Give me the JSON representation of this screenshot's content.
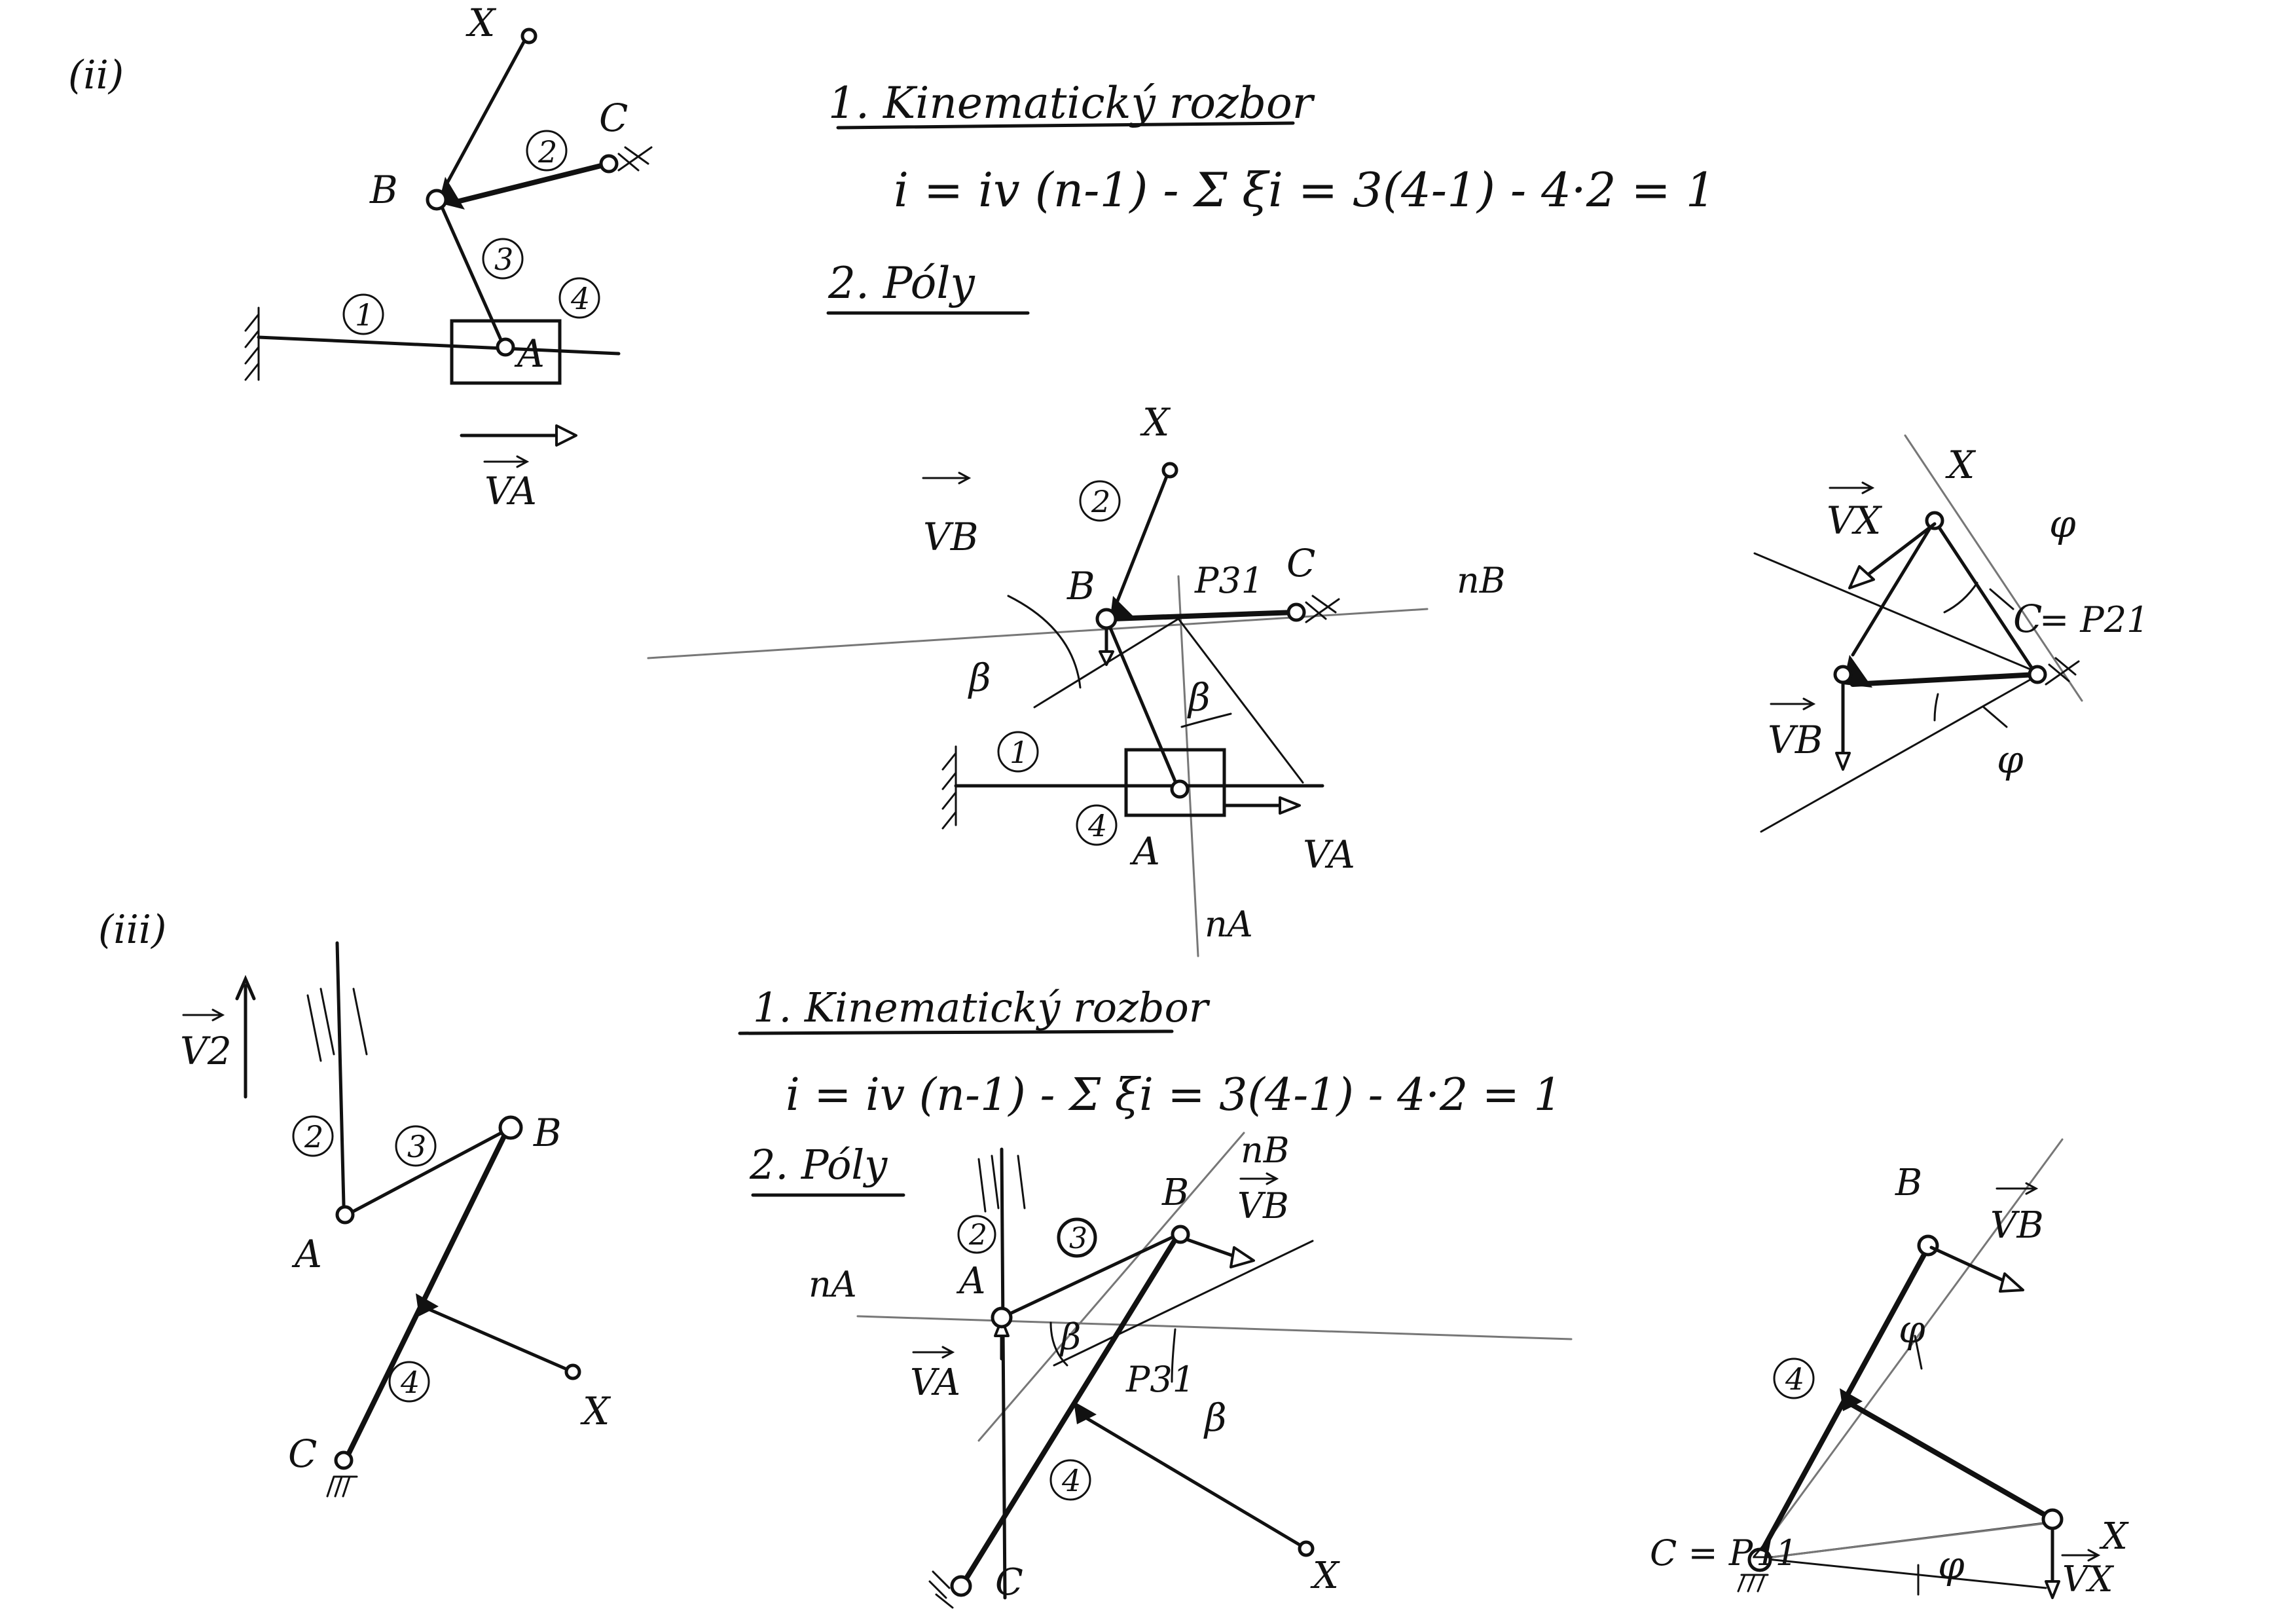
{
  "section_ii": {
    "marker": "(ii)",
    "title": "1. Kinematický rozbor",
    "equation": "i = iv (n-1) - Σ ξi = 3(4-1) - 4·2 = 1",
    "poles_heading": "2. Póly",
    "sketch": {
      "label_X": "X",
      "label_B": "B",
      "label_C": "C",
      "label_A": "A",
      "member_1": "1",
      "member_2": "2",
      "member_3": "3",
      "member_4": "4",
      "velocity_A": "VA"
    },
    "poles": {
      "label_X": "X",
      "label_B": "B",
      "label_C": "C",
      "label_A": "A",
      "member_1": "1",
      "member_2": "2",
      "member_4": "4",
      "pole_31": "P31",
      "normal_B": "nB",
      "normal_A": "nA",
      "angle_1": "β",
      "angle_2": "β",
      "velocity_B": "VB",
      "velocity_A": "VA"
    },
    "rotation": {
      "label_X": "X",
      "label_C": "C",
      "pole_21": "= P21",
      "velocity_X": "VX",
      "velocity_B": "VB",
      "omega_1": "φ",
      "omega_2": "φ"
    }
  },
  "section_iii": {
    "marker": "(iii)",
    "title": "1. Kinematický rozbor",
    "equation": "i = iv (n-1) - Σ ξi = 3(4-1) - 4·2 = 1",
    "poles_heading": "2. Póly",
    "sketch": {
      "velocity_2": "V2",
      "member_2": "2",
      "member_3": "3",
      "member_4": "4",
      "label_A": "A",
      "label_B": "B",
      "label_C": "C",
      "label_X": "X"
    },
    "poles": {
      "label_B": "B",
      "label_A": "A",
      "label_C": "C",
      "label_X": "X",
      "member_2": "2",
      "member_3": "3",
      "member_4": "4",
      "normal_B": "nB",
      "normal_A": "nA",
      "velocity_B": "VB",
      "velocity_A": "VA",
      "pole_31": "P31",
      "angle_1": "β",
      "angle_2": "β"
    },
    "rotation": {
      "label_B": "B",
      "label_X": "X",
      "member_4": "4",
      "pole_41": "C = P41",
      "velocity_B": "VB",
      "velocity_X": "VX",
      "omega_1": "φ",
      "omega_2": "φ"
    }
  }
}
